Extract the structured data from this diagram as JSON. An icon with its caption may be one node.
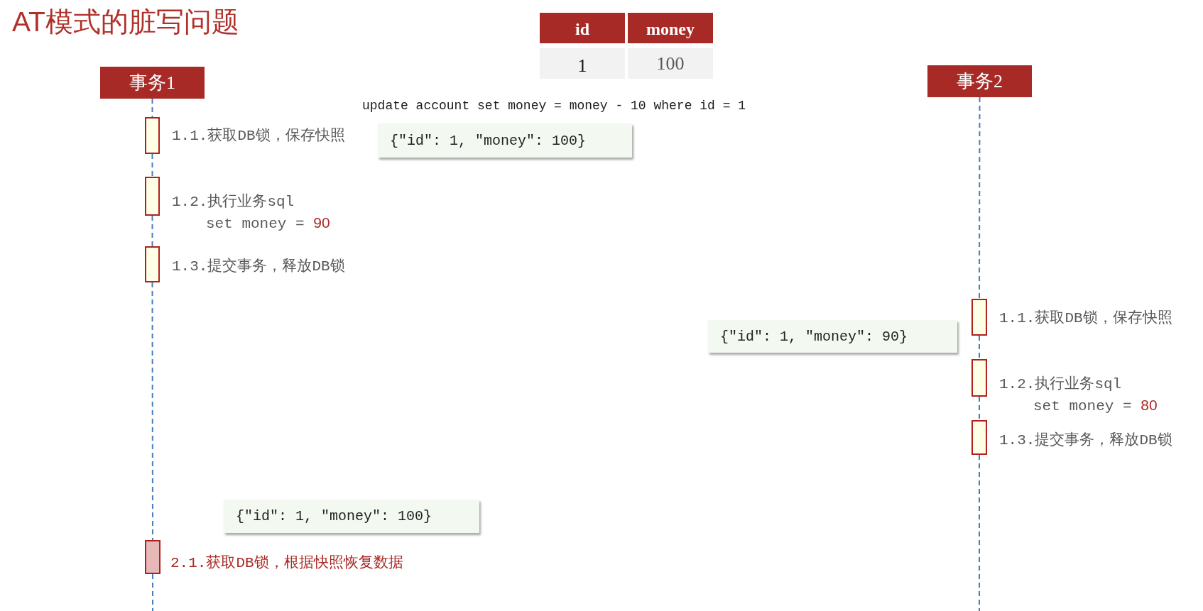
{
  "diagram": {
    "title": "AT模式的脏写问题",
    "nodes": [
      {
        "text": [
          "事务1"
        ]
      },
      {
        "text": [
          "事务2"
        ]
      },
      {
        "text": [],
        "shape": "bar",
        "beside": [
          "1.1.获取DB锁，保存快照"
        ]
      },
      {
        "text": [
          "{\"id\": 1, \"money\": 100}"
        ]
      },
      {
        "text": [],
        "shape": "bar",
        "beside": [
          "1.2.执行业务sql",
          "set money =",
          "90"
        ]
      },
      {
        "text": [],
        "shape": "bar",
        "beside": [
          "1.3.提交事务，释放DB锁"
        ]
      },
      {
        "text": [],
        "shape": "bar",
        "beside": [
          "1.1.获取DB锁，保存快照"
        ]
      },
      {
        "text": [
          "{\"id\": 1, \"money\": 90}"
        ]
      },
      {
        "text": [],
        "shape": "bar",
        "beside": [
          "1.2.执行业务sql",
          "set money =",
          "80"
        ]
      },
      {
        "text": [],
        "shape": "bar",
        "beside": [
          "1.3.提交事务，释放DB锁"
        ]
      },
      {
        "text": [
          "{\"id\": 1, \"money\": 100}"
        ]
      },
      {
        "text": [],
        "shape": "bar",
        "beside": [
          "2.1.获取DB锁，根据快照恢复数据"
        ]
      }
    ],
    "edges": [
      {
        "from": 0,
        "to": 2,
        "arrow": "none",
        "style": "dashed"
      },
      {
        "from": 2,
        "to": 4,
        "arrow": "none",
        "style": "dashed"
      },
      {
        "from": 4,
        "to": 5,
        "arrow": "none",
        "style": "dashed"
      },
      {
        "from": 5,
        "to": 11,
        "arrow": "none",
        "style": "dashed"
      },
      {
        "from": 11,
        "to": null,
        "arrow": "none",
        "style": "dashed"
      },
      {
        "from": 1,
        "to": 6,
        "arrow": "none",
        "style": "dashed"
      },
      {
        "from": 6,
        "to": 8,
        "arrow": "none",
        "style": "dashed"
      },
      {
        "from": 8,
        "to": 9,
        "arrow": "none",
        "style": "dashed"
      },
      {
        "from": 9,
        "to": null,
        "arrow": "none",
        "style": "dashed"
      }
    ],
    "labels": [
      "id",
      "money",
      "1",
      "100",
      "update account set money = money - 10 where id = 1"
    ]
  }
}
